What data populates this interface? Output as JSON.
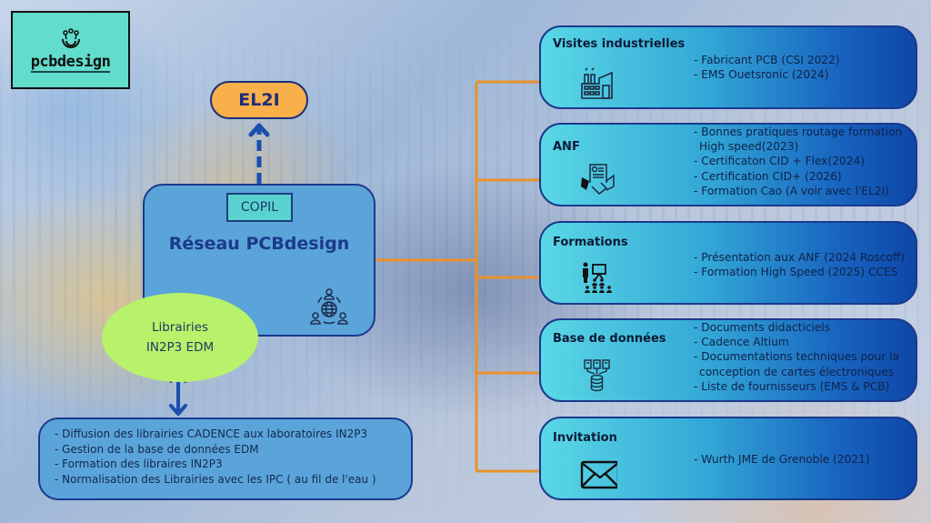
{
  "logo": {
    "text": "pcbdesign",
    "icon": "circuit-smile-icon"
  },
  "el2i": {
    "label": "EL2I"
  },
  "network": {
    "copil_label": "COPIL",
    "title": "Réseau PCBdesign",
    "icon": "network-people-globe-icon"
  },
  "libraries": {
    "line1": "Librairies",
    "line2": "IN2P3 EDM",
    "tasks": [
      "- Diffusion des librairies CADENCE aux laboratoires IN2P3",
      "- Gestion de la base de données EDM",
      "- Formation des libraires IN2P3",
      "- Normalisation des Librairies avec les IPC ( au fil de l'eau )"
    ]
  },
  "cards": [
    {
      "title": "Visites industrielles",
      "icon": "factory-icon",
      "items": [
        "- Fabricant PCB (CSI 2022)",
        "- EMS Ouetsronic (2024)"
      ]
    },
    {
      "title": "ANF",
      "icon": "handshake-contract-icon",
      "items": [
        "- Bonnes pratiques routage formation",
        "  High speed(2023)",
        "- Certificaton CID + Flex(2024)",
        "- Certification CID+ (2026)",
        "- Formation Cao (A voir avec l'EL2I)"
      ]
    },
    {
      "title": "Formations",
      "icon": "presentation-audience-icon",
      "items": [
        "- Présentation aux ANF (2024 Roscoff)",
        "- Formation High Speed (2025) CCES"
      ]
    },
    {
      "title": "Base de données",
      "icon": "database-documents-icon",
      "items": [
        "- Documents didacticiels",
        "- Cadence Altium",
        "- Documentations techniques pour la",
        "  conception de cartes électroniques",
        "- Liste de fournisseurs (EMS & PCB)"
      ]
    },
    {
      "title": "Invitation",
      "icon": "envelope-icon",
      "items": [
        "-  Wurth JME de Grenoble (2021)"
      ]
    }
  ],
  "colors": {
    "connector_orange": "#e8922e",
    "arrow_blue": "#1a4fae",
    "el2i_fill": "#f8b04b",
    "ellipse_fill": "#b8f26a",
    "box_blue": "#5aa4da",
    "copil_fill": "#5ad3d0",
    "logo_fill": "#62dccb"
  }
}
